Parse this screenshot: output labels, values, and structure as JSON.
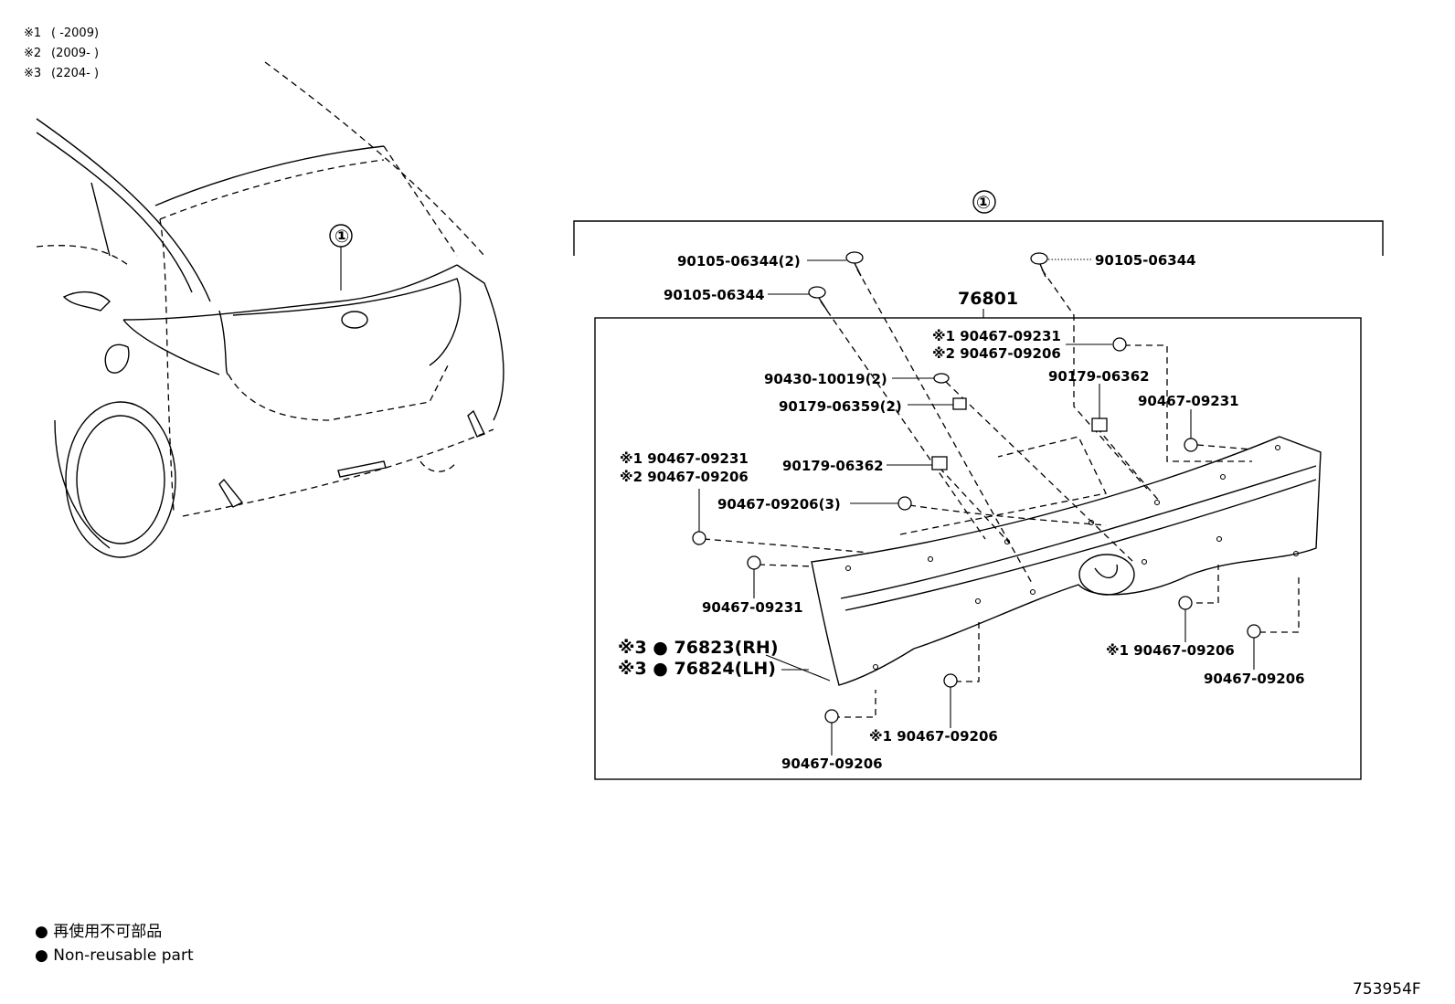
{
  "notes": [
    {
      "mark": "※1",
      "range": "(        -2009)"
    },
    {
      "mark": "※2",
      "range": "(2009-        )"
    },
    {
      "mark": "※3",
      "range": "(2204-        )"
    }
  ],
  "assembly_callout": "①",
  "main_part": "76801",
  "labels": {
    "screw_top_left": "90105-06344(2)",
    "screw_top_right": "90105-06344",
    "screw_left": "90105-06344",
    "clip_top_right_1": "※1 90467-09231",
    "clip_top_right_2": "※2 90467-09206",
    "washer": "90430-10019(2)",
    "nut_small": "90179-06359(2)",
    "nut_right": "90179-06362",
    "clip_far_right": "90467-09231",
    "clip_left_1": "※1 90467-09231",
    "clip_left_2": "※2 90467-09206",
    "nut_center": "90179-06362",
    "clip_three": "90467-09206(3)",
    "clip_mid_left": "90467-09231",
    "emblem_rh": "※3 ● 76823(RH)",
    "emblem_lh": "※3 ● 76824(LH)",
    "clip_bottom_right_1": "※1 90467-09206",
    "clip_bottom_right_2": "90467-09206",
    "clip_bottom_center": "※1 90467-09206",
    "clip_bottom_left": "90467-09206"
  },
  "legend": {
    "jp": "● 再使用不可部品",
    "en": "● Non-reusable part"
  },
  "figure_id": "753954F"
}
